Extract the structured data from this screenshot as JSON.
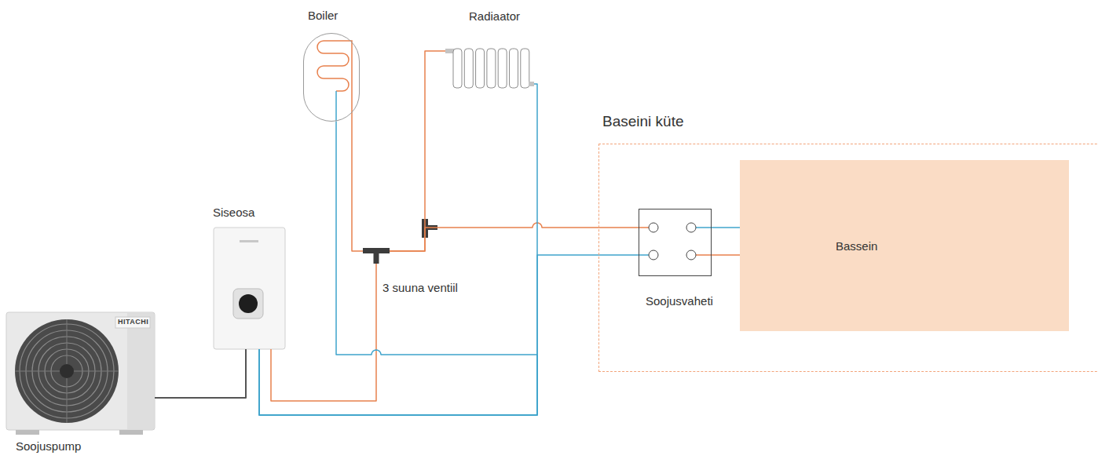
{
  "diagram": {
    "nodes": [
      {
        "text": [
          "Boiler"
        ]
      },
      {
        "text": [
          "Radiaator"
        ]
      },
      {
        "text": [
          "Baseini küte"
        ]
      },
      {
        "text": [
          "Soojusvaheti"
        ],
        "in": 2
      },
      {
        "text": [
          "Bassein"
        ],
        "in": 2
      },
      {
        "text": [
          "Siseosa"
        ]
      },
      {
        "text": [
          "3 suuna ventiil"
        ]
      },
      {
        "text": [
          "Soojuspump"
        ]
      }
    ],
    "edges": [
      {
        "from": 7,
        "to": 5,
        "arrow": "none"
      },
      {
        "from": 5,
        "to": 6,
        "arrow": "none"
      },
      {
        "from": 6,
        "to": 0,
        "arrow": "none"
      },
      {
        "from": 6,
        "to": 1,
        "arrow": "none"
      },
      {
        "from": 6,
        "to": 3,
        "arrow": "none"
      },
      {
        "from": 0,
        "to": 5,
        "arrow": "none"
      },
      {
        "from": 1,
        "to": 5,
        "arrow": "none"
      },
      {
        "from": 3,
        "to": 5,
        "arrow": "none"
      },
      {
        "from": 3,
        "to": 4,
        "arrow": "none"
      },
      {
        "from": 3,
        "to": 4,
        "arrow": "none"
      }
    ],
    "labels": [
      "HITACHI"
    ]
  }
}
